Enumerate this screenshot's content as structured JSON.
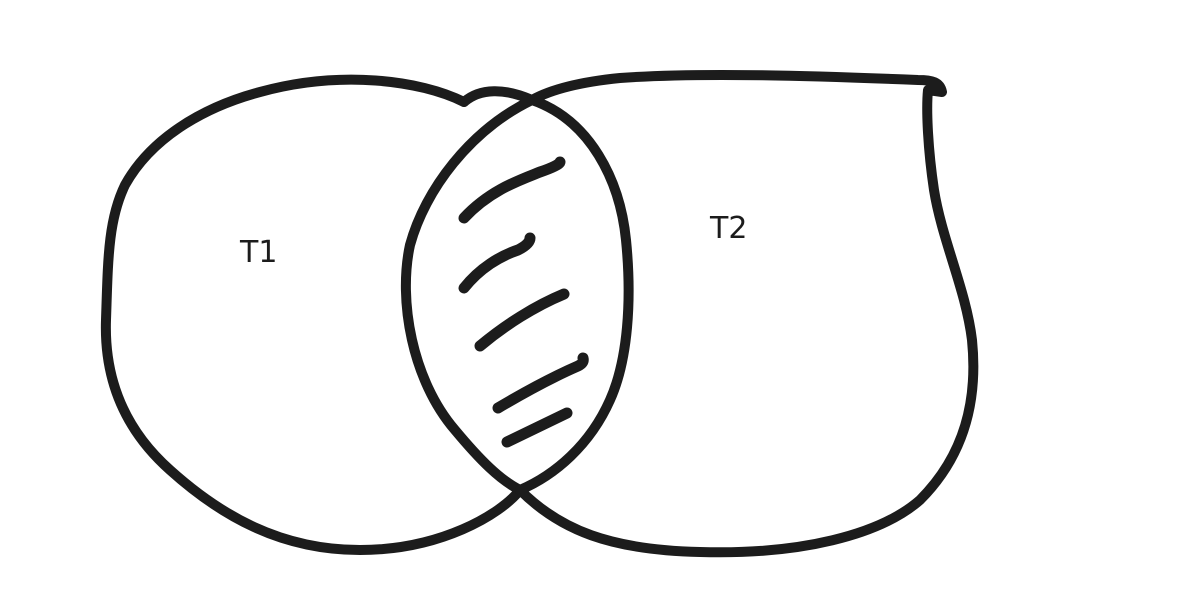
{
  "diagram": {
    "type": "venn",
    "sets": [
      {
        "id": "t1",
        "label": "T1"
      },
      {
        "id": "t2",
        "label": "T2"
      }
    ],
    "highlighted_region": "intersection",
    "highlight_style": "hatched",
    "colors": {
      "stroke": "#1c1c1c",
      "background": "#ffffff"
    }
  }
}
